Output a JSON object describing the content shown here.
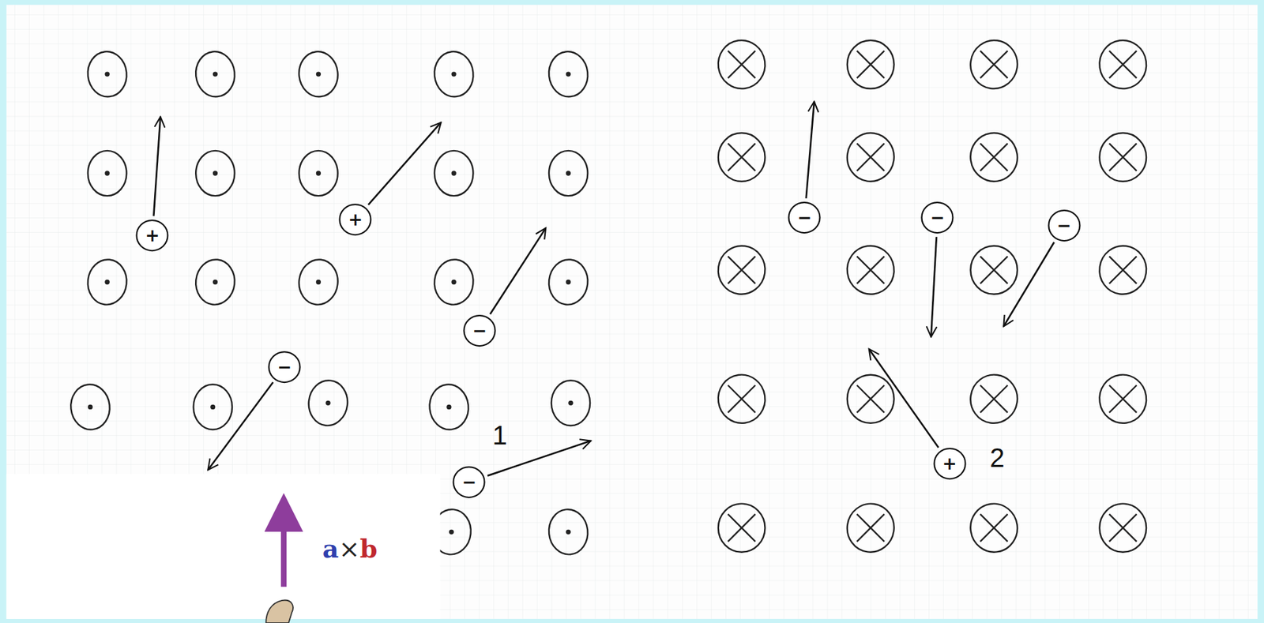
{
  "diagram": {
    "nodes": [
      {
        "text": [
          "+"
        ]
      },
      {
        "text": [
          "+"
        ]
      },
      {
        "text": [
          "−"
        ]
      },
      {
        "text": [
          "−"
        ]
      },
      {
        "text": [
          "−"
        ]
      },
      {
        "text": [
          "−"
        ]
      },
      {
        "text": [
          "−"
        ]
      },
      {
        "text": [
          "−"
        ]
      },
      {
        "text": [
          "+"
        ]
      }
    ],
    "labels": [
      "1",
      "2",
      "a",
      "×",
      "b"
    ]
  }
}
